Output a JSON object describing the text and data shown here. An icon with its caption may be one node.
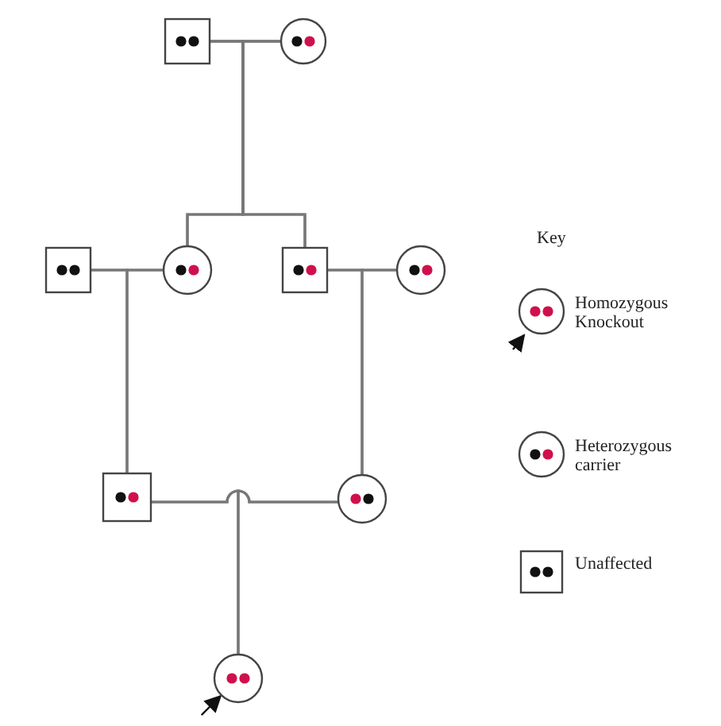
{
  "diagram": {
    "nodes": [
      {
        "text": [],
        "shape": "box"
      },
      {
        "text": [],
        "shape": "circle"
      },
      {
        "text": [],
        "shape": "box"
      },
      {
        "text": [],
        "shape": "circle"
      },
      {
        "text": [],
        "shape": "box"
      },
      {
        "text": [],
        "shape": "circle"
      },
      {
        "text": [],
        "shape": "box"
      },
      {
        "text": [],
        "shape": "circle"
      },
      {
        "text": [],
        "shape": "circle"
      }
    ],
    "edges": [
      {
        "from": 0,
        "to": 1,
        "arrow": "none"
      },
      {
        "from": 0,
        "to": 3,
        "arrow": "none"
      },
      {
        "from": 1,
        "to": 3,
        "arrow": "none"
      },
      {
        "from": 0,
        "to": 4,
        "arrow": "none"
      },
      {
        "from": 1,
        "to": 4,
        "arrow": "none"
      },
      {
        "from": 2,
        "to": 3,
        "arrow": "none"
      },
      {
        "from": 4,
        "to": 5,
        "arrow": "none"
      },
      {
        "from": 2,
        "to": 6,
        "arrow": "none"
      },
      {
        "from": 3,
        "to": 6,
        "arrow": "none"
      },
      {
        "from": 4,
        "to": 7,
        "arrow": "none"
      },
      {
        "from": 5,
        "to": 7,
        "arrow": "none"
      },
      {
        "from": 6,
        "to": 7,
        "arrow": "none"
      },
      {
        "from": 6,
        "to": 8,
        "arrow": "none"
      },
      {
        "from": 7,
        "to": 8,
        "arrow": "none"
      },
      {
        "from": null,
        "to": 8,
        "arrow": "to",
        "color": "#111111"
      }
    ],
    "labels": [
      "Key"
    ],
    "legend": [
      {
        "text": "Homozygous Knockout"
      },
      {
        "text": "Heterozygous carrier"
      },
      {
        "text": "Unaffected"
      }
    ]
  }
}
